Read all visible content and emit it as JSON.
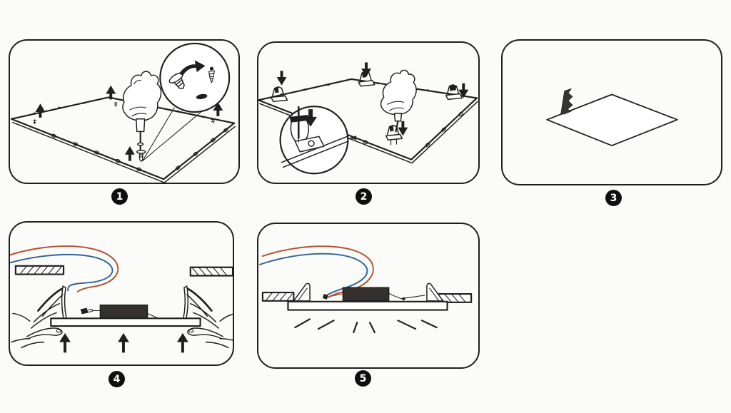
{
  "sheet": {
    "background": "#fbfbfa"
  },
  "colors": {
    "paper": "#fbfbfa",
    "line": "#1f1f1f",
    "wire-red": "#b5502c",
    "wire-blue": "#2f6496",
    "driver": "#33302d",
    "saw": "#3a3430",
    "badge-bg": "#0f0f0f",
    "badge-fg": "#ffffff"
  },
  "icons": {
    "up-arrow": "solid black arrow pointing up",
    "down-arrow": "solid black arrow pointing down",
    "rotate-arrow": "thick curved arrow",
    "magnifier": "detail zoom circle",
    "light-rays": "radiating lines"
  },
  "steps": [
    {
      "label": "1"
    },
    {
      "label": "2"
    },
    {
      "label": "3"
    },
    {
      "label": "4"
    },
    {
      "label": "5"
    }
  ]
}
